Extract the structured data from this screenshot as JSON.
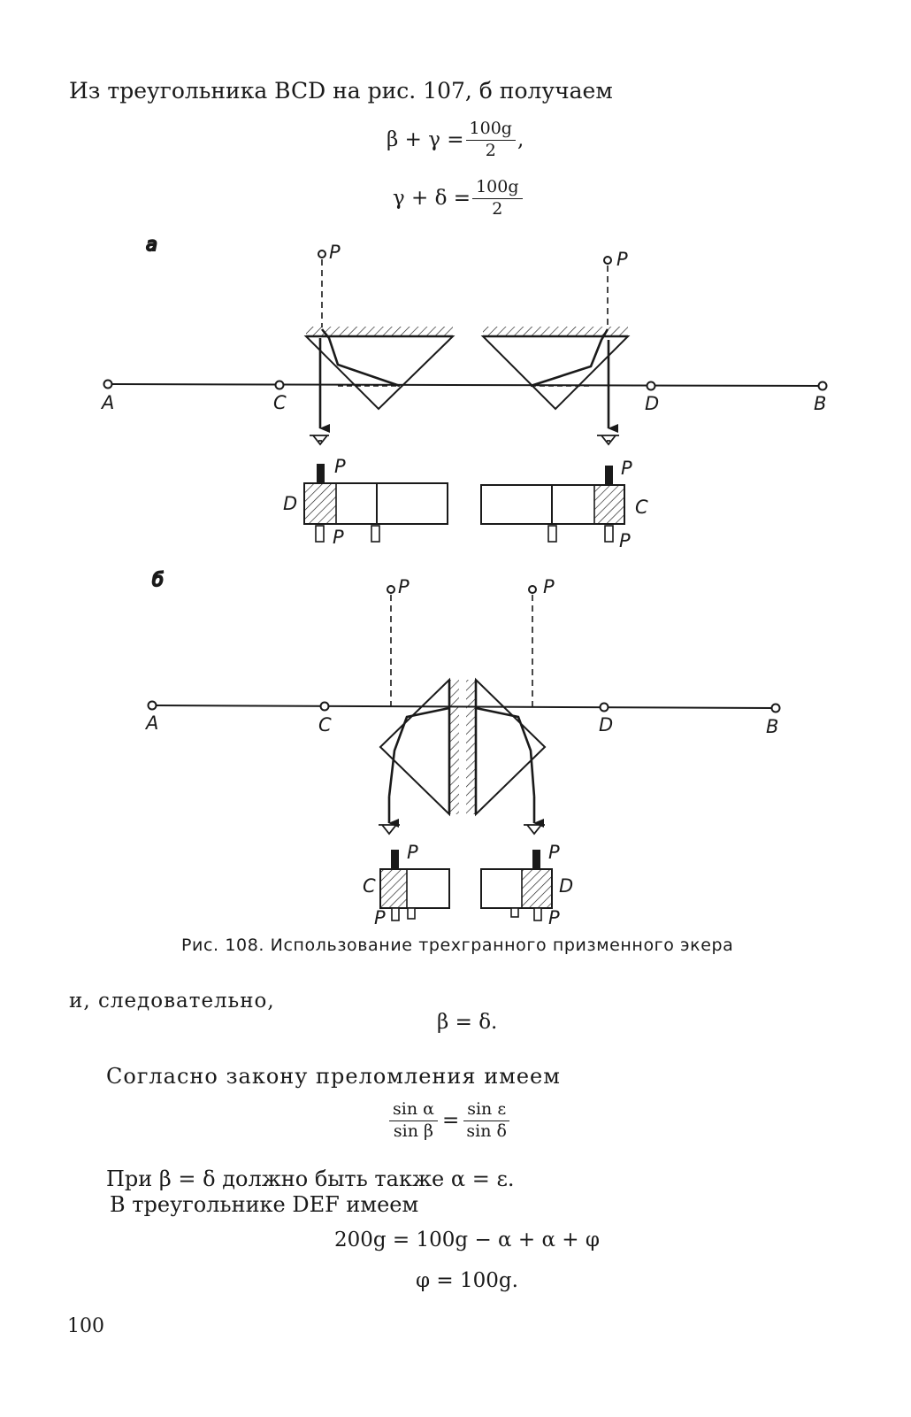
{
  "text": {
    "line1": "Из треугольника BCD на рис. 107, б получаем",
    "caption": "Рис. 108. Использование трехгранного призменного экера",
    "consequently": "и, следовательно,",
    "snell_intro": "Согласно закону преломления имеем",
    "if_beta": "При β = δ должно быть также α = ε.",
    "in_triangle": "В треугольнике DEF имеем",
    "page_number": "100"
  },
  "equations": {
    "eq1_left": "β + γ =",
    "eq1_num": "100g",
    "eq1_den": "2",
    "eq1_tail": ",",
    "eq2_left": "γ + δ =",
    "eq2_num": "100g",
    "eq2_den": "2",
    "eq3": "β = δ.",
    "eq4_num_left": "sin α",
    "eq4_den_left": "sin β",
    "eq4_eq": "=",
    "eq4_num_right": "sin ε",
    "eq4_den_right": "sin δ",
    "eq5": "200g = 100g − α + α + φ",
    "eq6": "φ = 100g."
  },
  "figure": {
    "panel_a": "а",
    "panel_b": "б",
    "point_A": "A",
    "point_B": "B",
    "point_C": "C",
    "point_D": "D",
    "point_P": "P"
  }
}
